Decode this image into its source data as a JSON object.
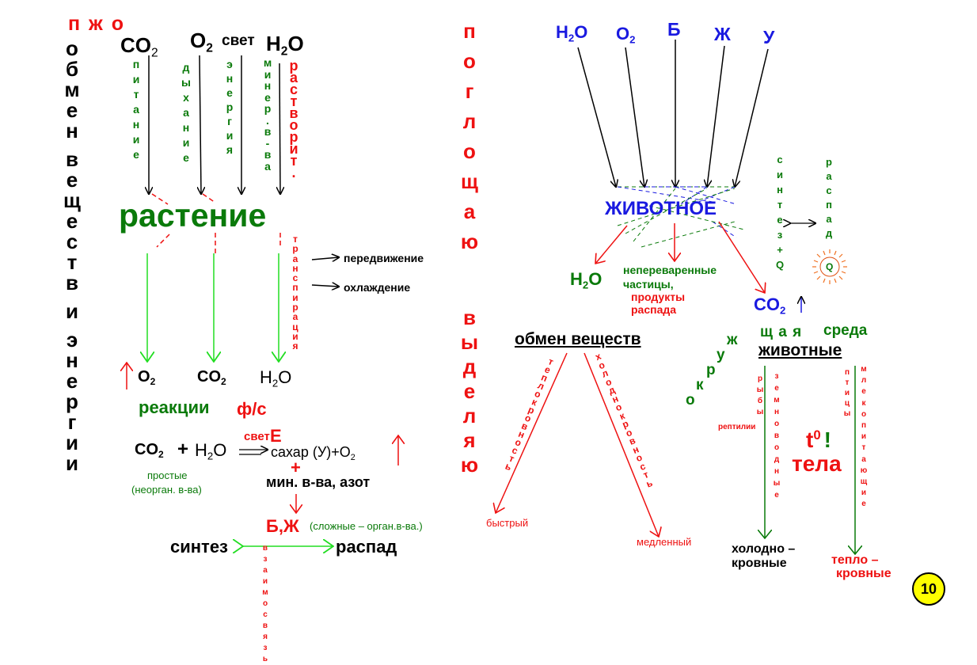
{
  "left": {
    "pjo": "п ж о",
    "vertical_title": [
      "обмен",
      "веществ",
      "и",
      "энергии"
    ],
    "inputs": {
      "co2": "CO",
      "co2_sub": "2",
      "o2": "O",
      "o2_sub": "2",
      "light": "свет",
      "h2o_h": "H",
      "h2o_sub": "2",
      "h2o_o": "O"
    },
    "col_pitanie": "питание",
    "col_dyhanie": "дыхание",
    "col_energia": "энергия",
    "col_minerva": "минер.в-ва",
    "col_rastvorit": "растворит.",
    "plant": "растение",
    "transpiration": "транспирация",
    "movement": "передвижение",
    "cooling": "охлаждение",
    "outputs": {
      "o2": "O",
      "o2_sub": "2",
      "co2": "CO",
      "co2_sub": "2",
      "h2o_h": "H",
      "h2o_sub": "2",
      "h2o_o": "O"
    },
    "reactions": "реакции",
    "fs": "ф/с",
    "eq": {
      "co2": "CO",
      "sub": "2",
      "plus": "+",
      "h": "H",
      "o": "O",
      "arrow": "→",
      "light": "свет",
      "E": "E",
      "sugar": "сахар (У)+O"
    },
    "simple": "простые",
    "inorganic": "(неорган. в-ва)",
    "plus2": "+",
    "minerals": "мин. в-ва, азот",
    "bzh": "Б,Ж",
    "complex": "(сложные – орган.в-ва.)",
    "synthesis": "синтез",
    "decay": "распад",
    "interrelation": "взаимосвязь"
  },
  "middle": {
    "pogloshchayu": "поглощаю",
    "vydelyayu": "выделяю"
  },
  "right": {
    "inputs": {
      "h2o_h": "H",
      "h2o_sub": "2",
      "h2o_o": "O",
      "o2": "O",
      "o2_sub": "2",
      "b": "Б",
      "zh": "Ж",
      "u": "У"
    },
    "animal": "ЖИВОТНОЕ",
    "sintez_q": "синтез+Q",
    "raspad": "распад",
    "q": "Q",
    "out_h2o_h": "H",
    "out_h2o_sub": "2",
    "out_h2o_o": "O",
    "undigested": "непереваренные",
    "particles": "частицы,",
    "products": "продукты",
    "of_decay": "распада",
    "co2": "CO",
    "co2_sub": "2",
    "metabolism": "обмен веществ",
    "teplokrovnost": "теплокровность",
    "holodnokrovnost": "холоднокровность",
    "fast": "быстрый",
    "slow": "медленный",
    "okruzh": "окруж",
    "ayushchaya": "щ а я",
    "sreda": "среда",
    "animals": "животные",
    "ryby": "рыбы",
    "zemnovodnye": "земноводные",
    "reptilii": "рептилии",
    "ptitsy": "птицы",
    "mlekopitayushchie": "млекопитающие",
    "t": "t",
    "t_sup": "0",
    "excl": "!",
    "tela": "тела",
    "cold": "холодно –",
    "cold2": "кровные",
    "warm": "тепло –",
    "warm2": "кровные"
  },
  "page_number": "10"
}
